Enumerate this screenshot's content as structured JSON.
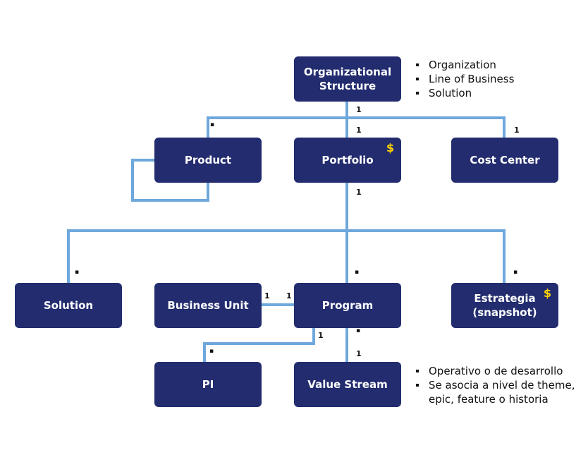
{
  "colors": {
    "node_fill": "#222c6e",
    "node_text": "#ffffff",
    "connector": "#6fa8dc",
    "dollar": "#ffd200"
  },
  "nodes": {
    "org": "Organizational\nStructure",
    "product": "Product",
    "portfolio": "Portfolio",
    "cost_center": "Cost Center",
    "solution": "Solution",
    "business_unit": "Business Unit",
    "program": "Program",
    "estrategia": "Estrategia\n(snapshot)",
    "pi": "PI",
    "value_stream": "Value Stream"
  },
  "dollar_symbol": "$",
  "cardinality": {
    "one": "1",
    "many": "▪"
  },
  "notes_top": [
    "Organization",
    "Line of Business",
    "Solution"
  ],
  "notes_bottom": [
    "Operativo o de desarrollo",
    "Se asocia a nivel de theme, epic, feature o historia"
  ]
}
